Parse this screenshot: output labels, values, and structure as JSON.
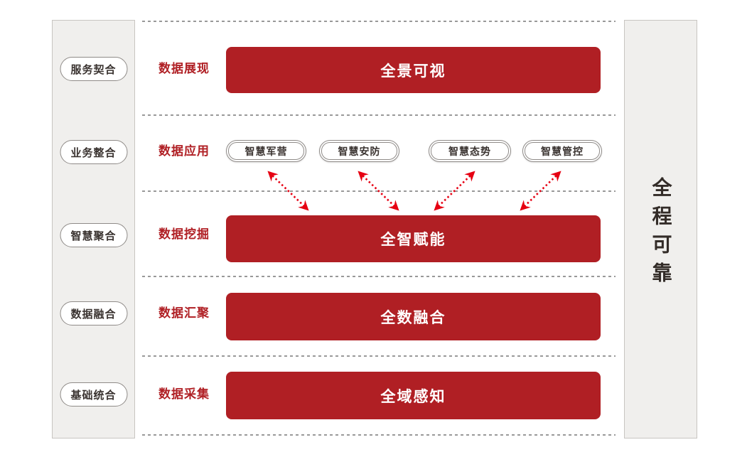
{
  "left_sidebar": {
    "items": [
      "服务契合",
      "业务整合",
      "智慧聚合",
      "数据融合",
      "基础统合"
    ]
  },
  "right_sidebar": {
    "label": "全程可靠"
  },
  "rows": [
    {
      "label": "数据展现",
      "bar": "全景可视"
    },
    {
      "label": "数据应用",
      "apps": [
        "智慧军营",
        "智慧安防",
        "智慧态势",
        "智慧管控"
      ]
    },
    {
      "label": "数据挖掘",
      "bar": "全智赋能"
    },
    {
      "label": "数据汇聚",
      "bar": "全数融合"
    },
    {
      "label": "数据采集",
      "bar": "全域感知"
    }
  ],
  "colors": {
    "bar_red": "#b01f24",
    "label_red": "#b02025",
    "arrow_red": "#e60012",
    "panel_bg": "#f0efed",
    "panel_border": "#c8c5c1",
    "pill_border": "#8f8b88",
    "text_dark": "#3a3330",
    "dotted_gray": "#999999"
  }
}
